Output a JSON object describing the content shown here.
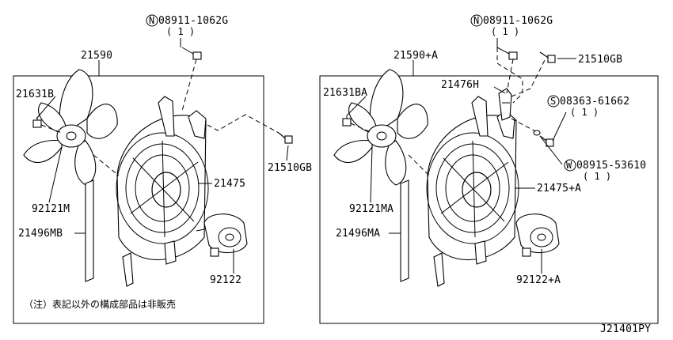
{
  "diagram_code": "J21401PY",
  "left_panel": {
    "assembly_label": "21590",
    "fan_label": "21631B",
    "fan_blade_label": "92121M",
    "shroud_label": "21475",
    "strip_label": "21496MB",
    "motor_label": "92122",
    "bolt_label": "21510GB",
    "nut_spec": "08911-1062G",
    "nut_prefix": "N",
    "nut_qty": "( 1 )",
    "note": "（注）表記以外の構成部品は非販売"
  },
  "right_panel": {
    "assembly_label": "21590+A",
    "fan_label": "21631BA",
    "fan_blade_label": "92121MA",
    "shroud_label": "21475+A",
    "strip_label": "21496MA",
    "motor_label": "92122+A",
    "bolt_label": "21510GB",
    "bracket_label": "21476H",
    "nut_spec": "08911-1062G",
    "nut_prefix": "N",
    "nut_qty": "( 1 )",
    "screw_spec": "08363-61662",
    "screw_prefix": "S",
    "screw_qty": "( 1 )",
    "washer_spec": "08915-53610",
    "washer_prefix": "W",
    "washer_qty": "( 1 )"
  }
}
